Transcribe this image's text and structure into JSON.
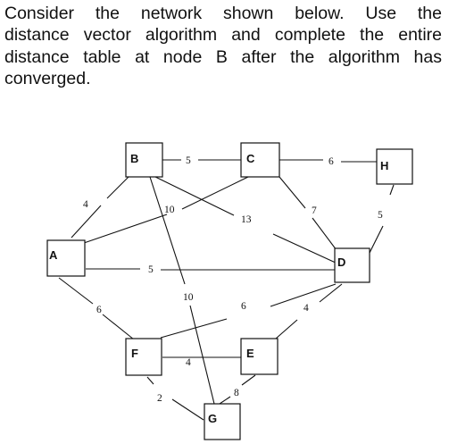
{
  "question": {
    "lines": [
      "Consider the network shown below. Use the",
      "distance vector algorithm and complete the entire",
      "distance table at node B after the algorithm has",
      "converged."
    ]
  },
  "diagram": {
    "nodes": [
      {
        "id": "A",
        "label": "A"
      },
      {
        "id": "B",
        "label": "B"
      },
      {
        "id": "C",
        "label": "C"
      },
      {
        "id": "H",
        "label": "H"
      },
      {
        "id": "D",
        "label": "D"
      },
      {
        "id": "F",
        "label": "F"
      },
      {
        "id": "E",
        "label": "E"
      },
      {
        "id": "G",
        "label": "G"
      }
    ],
    "edges": [
      {
        "from": "B",
        "to": "C",
        "weight": "5"
      },
      {
        "from": "C",
        "to": "H",
        "weight": "6"
      },
      {
        "from": "A",
        "to": "B",
        "weight": "4"
      },
      {
        "from": "A",
        "to": "C",
        "weight": "10"
      },
      {
        "from": "B",
        "to": "D",
        "weight": "13"
      },
      {
        "from": "C",
        "to": "D",
        "weight": "7"
      },
      {
        "from": "H",
        "to": "D",
        "weight": "5"
      },
      {
        "from": "A",
        "to": "D",
        "weight": "5"
      },
      {
        "from": "B",
        "to": "G",
        "weight": "10"
      },
      {
        "from": "A",
        "to": "F",
        "weight": "6"
      },
      {
        "from": "F",
        "to": "D",
        "weight": "6"
      },
      {
        "from": "E",
        "to": "D",
        "weight": "4"
      },
      {
        "from": "F",
        "to": "E",
        "weight": "4"
      },
      {
        "from": "F",
        "to": "G",
        "weight": "2"
      },
      {
        "from": "E",
        "to": "G",
        "weight": "8"
      }
    ]
  }
}
